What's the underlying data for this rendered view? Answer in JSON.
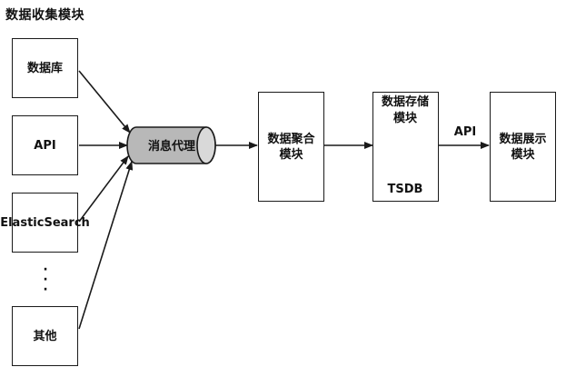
{
  "title": "数据收集模块",
  "sources": [
    {
      "lines": [
        "数据库"
      ]
    },
    {
      "lines": [
        "API"
      ]
    },
    {
      "lines": [
        "Elastic",
        "Search"
      ]
    },
    {
      "lines": [
        "其他"
      ]
    }
  ],
  "ellipsis": [
    "·",
    "·",
    "·"
  ],
  "message_queue": {
    "label": "消息代理"
  },
  "aggregation": {
    "lines": [
      "数据聚合",
      "模块"
    ]
  },
  "storage": {
    "lines": [
      "数据存储",
      "模块"
    ],
    "db_label": "TSDB"
  },
  "api_edge_label": "API",
  "display": {
    "lines": [
      "数据展示",
      "模块"
    ]
  },
  "colors": {
    "stroke": "#1a1a1a",
    "cylinder_fill": "#b8b8b8",
    "db_icon": "#111111"
  },
  "icons": {
    "database": "database-stack-icon",
    "arrow": "arrow-right-icon"
  }
}
